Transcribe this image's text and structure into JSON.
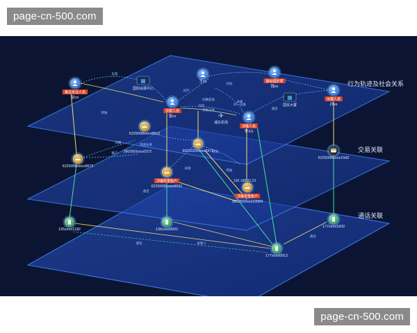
{
  "watermark": {
    "top": "page-cn-500.com",
    "bottom": "page-cn-500.com"
  },
  "colors": {
    "background": "#0b1533",
    "plane_fill": "#1d3f9e",
    "plane_edge": "#3f7ff0",
    "person": "#3a7be0",
    "label_red": "#d9442a",
    "card": "#e0a43a",
    "phone": "#3aa86a",
    "link_cyan": "#5ab8ff",
    "link_yellow": "#f0e070",
    "link_green": "#4be0a0"
  },
  "layers": [
    {
      "id": "social",
      "label": "行为轨迹及社会关系"
    },
    {
      "id": "trade",
      "label": "交易关联"
    },
    {
      "id": "call",
      "label": "通话关联"
    }
  ],
  "nodes": [
    {
      "id": "p1",
      "type": "person",
      "layer": "social",
      "tag": "重点关注人员",
      "name": "赵xx",
      "icon": "person-icon"
    },
    {
      "id": "p2",
      "type": "person",
      "layer": "social",
      "tag": "涉案人员",
      "name": "张xx",
      "icon": "person-icon"
    },
    {
      "id": "p3",
      "type": "person",
      "layer": "social",
      "tag": "",
      "name": "王xx",
      "icon": "person-icon"
    },
    {
      "id": "p4",
      "type": "person",
      "layer": "social",
      "tag": "疑似组织者",
      "name": "钱xx",
      "icon": "person-icon"
    },
    {
      "id": "p5",
      "type": "person",
      "layer": "social",
      "tag": "涉嫌人员",
      "name": "李XX",
      "icon": "person-icon"
    },
    {
      "id": "p6",
      "type": "person",
      "layer": "social",
      "tag": "关键人员",
      "name": "孙xx",
      "icon": "person-icon"
    },
    {
      "id": "c1",
      "type": "card",
      "layer": "trade",
      "tag": "",
      "name": "6225008xxxx9873",
      "icon": "bank-card-icon"
    },
    {
      "id": "c2",
      "type": "card",
      "layer": "trade",
      "tag": "",
      "name": "6225008xxxx8812",
      "icon": "bank-card-icon"
    },
    {
      "id": "c3",
      "type": "card",
      "layer": "trade",
      "tag": "涉嫌资金账户",
      "name": "6225008xxxx0002",
      "icon": "bank-card-icon"
    },
    {
      "id": "c4",
      "type": "card",
      "layer": "trade",
      "tag": "",
      "name": "6621023xxxx0372",
      "icon": "bank-card-icon"
    },
    {
      "id": "c5",
      "type": "card",
      "layer": "trade",
      "tag": "涉嫌资金账户",
      "name": "3962603xxxx3984",
      "icon": "bank-card-icon"
    },
    {
      "id": "c6",
      "type": "card",
      "layer": "trade",
      "tag": "",
      "name": "6225008xxxx1560",
      "icon": "bank-card-icon"
    },
    {
      "id": "n1",
      "type": "phone",
      "layer": "call",
      "tag": "",
      "name": "135xxxx1182",
      "icon": "phone-icon"
    },
    {
      "id": "n2",
      "type": "phone",
      "layer": "call",
      "tag": "",
      "name": "136xxxx9002",
      "icon": "phone-icon"
    },
    {
      "id": "n3",
      "type": "phone",
      "layer": "call",
      "tag": "",
      "name": "177xxxx0912",
      "icon": "phone-icon"
    },
    {
      "id": "n4",
      "type": "phone",
      "layer": "call",
      "tag": "",
      "name": "177xxxx1832",
      "icon": "phone-icon"
    }
  ],
  "places": [
    {
      "id": "pl1",
      "name": "国际会展中心",
      "icon": "building-icon"
    },
    {
      "id": "pl2",
      "name": "国贸大厦",
      "icon": "building-icon"
    },
    {
      "id": "pl3",
      "name": "浦东机场",
      "icon": "plane-icon"
    }
  ],
  "extra_labels": {
    "ip": "192.168.32.23",
    "mid_card": "3962603xxxx0372"
  },
  "edge_labels": [
    "出现",
    "同行",
    "同住",
    "通话",
    "转账",
    "关联",
    "同车",
    "同乘航班",
    "转账记录",
    "同一设备",
    "账户",
    "同乘",
    "资金往来",
    "转账",
    "通话",
    "关联",
    "转账",
    "关联人",
    "通话",
    "通话"
  ]
}
